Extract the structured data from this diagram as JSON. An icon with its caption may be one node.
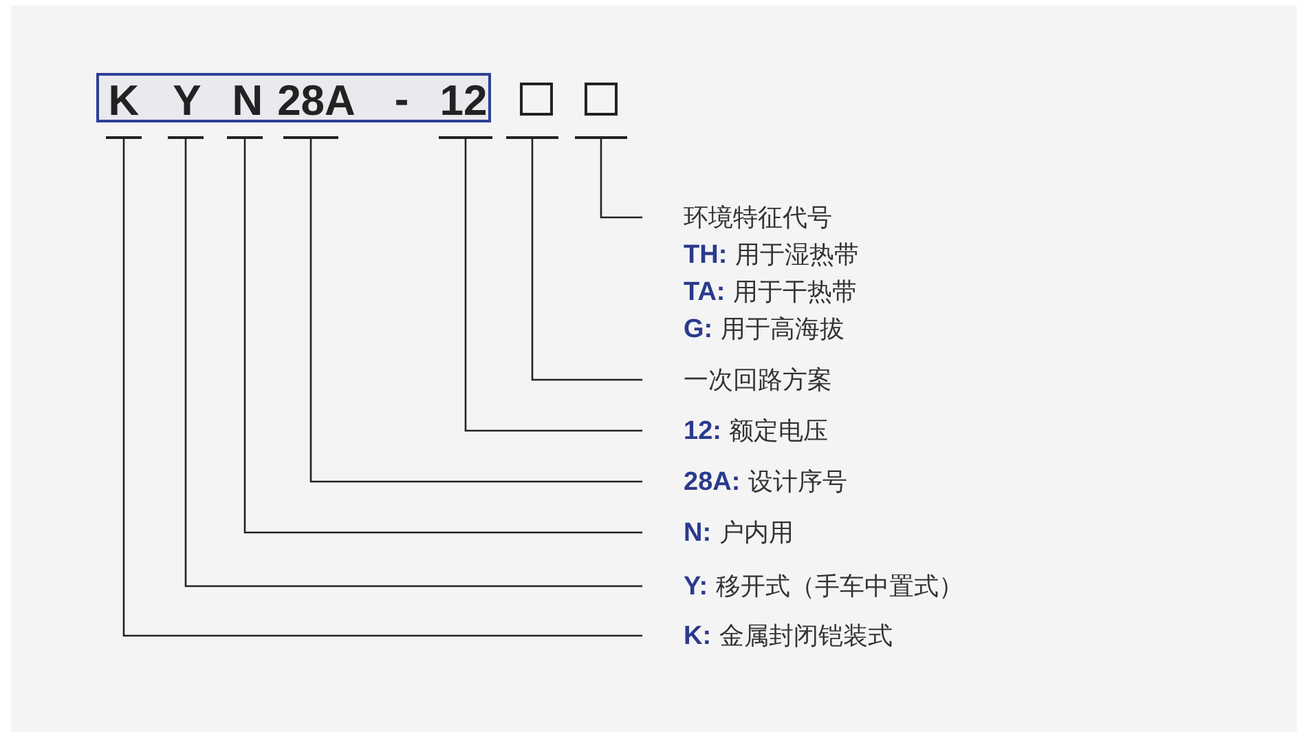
{
  "diagram": {
    "nodes": [
      {
        "text": [
          "K",
          "Y",
          "N",
          "28A",
          "-",
          "12"
        ]
      },
      {
        "text": [],
        "shape": "box"
      },
      {
        "text": [],
        "shape": "box"
      },
      {
        "text": [],
        "shape": "bar"
      },
      {
        "text": [],
        "shape": "bar"
      },
      {
        "text": [],
        "shape": "bar"
      },
      {
        "text": [],
        "shape": "bar"
      },
      {
        "text": [],
        "shape": "bar"
      },
      {
        "text": [],
        "shape": "bar"
      },
      {
        "text": [],
        "shape": "bar"
      },
      {
        "text": [
          "环境特征代号",
          "**TH:** 用于湿热带",
          "**TA:** 用于干热带",
          "**G:** 用于高海拔"
        ]
      },
      {
        "text": [
          "一次回路方案"
        ]
      },
      {
        "text": [
          "**12:** 额定电压"
        ]
      },
      {
        "text": [
          "**28A:** 设计序号"
        ]
      },
      {
        "text": [
          "**N:** 户内用"
        ]
      },
      {
        "text": [
          "**Y:** 移开式（手车中置式）"
        ]
      },
      {
        "text": [
          "**K:** 金属封闭铠装式"
        ]
      }
    ],
    "edges": [
      {
        "from": 9,
        "to": 10,
        "arrow": "none"
      },
      {
        "from": 8,
        "to": 11,
        "arrow": "none"
      },
      {
        "from": 7,
        "to": 12,
        "arrow": "none"
      },
      {
        "from": 6,
        "to": 13,
        "arrow": "none"
      },
      {
        "from": 5,
        "to": 14,
        "arrow": "none"
      },
      {
        "from": 4,
        "to": 15,
        "arrow": "none"
      },
      {
        "from": 3,
        "to": 16,
        "arrow": "none"
      }
    ]
  }
}
